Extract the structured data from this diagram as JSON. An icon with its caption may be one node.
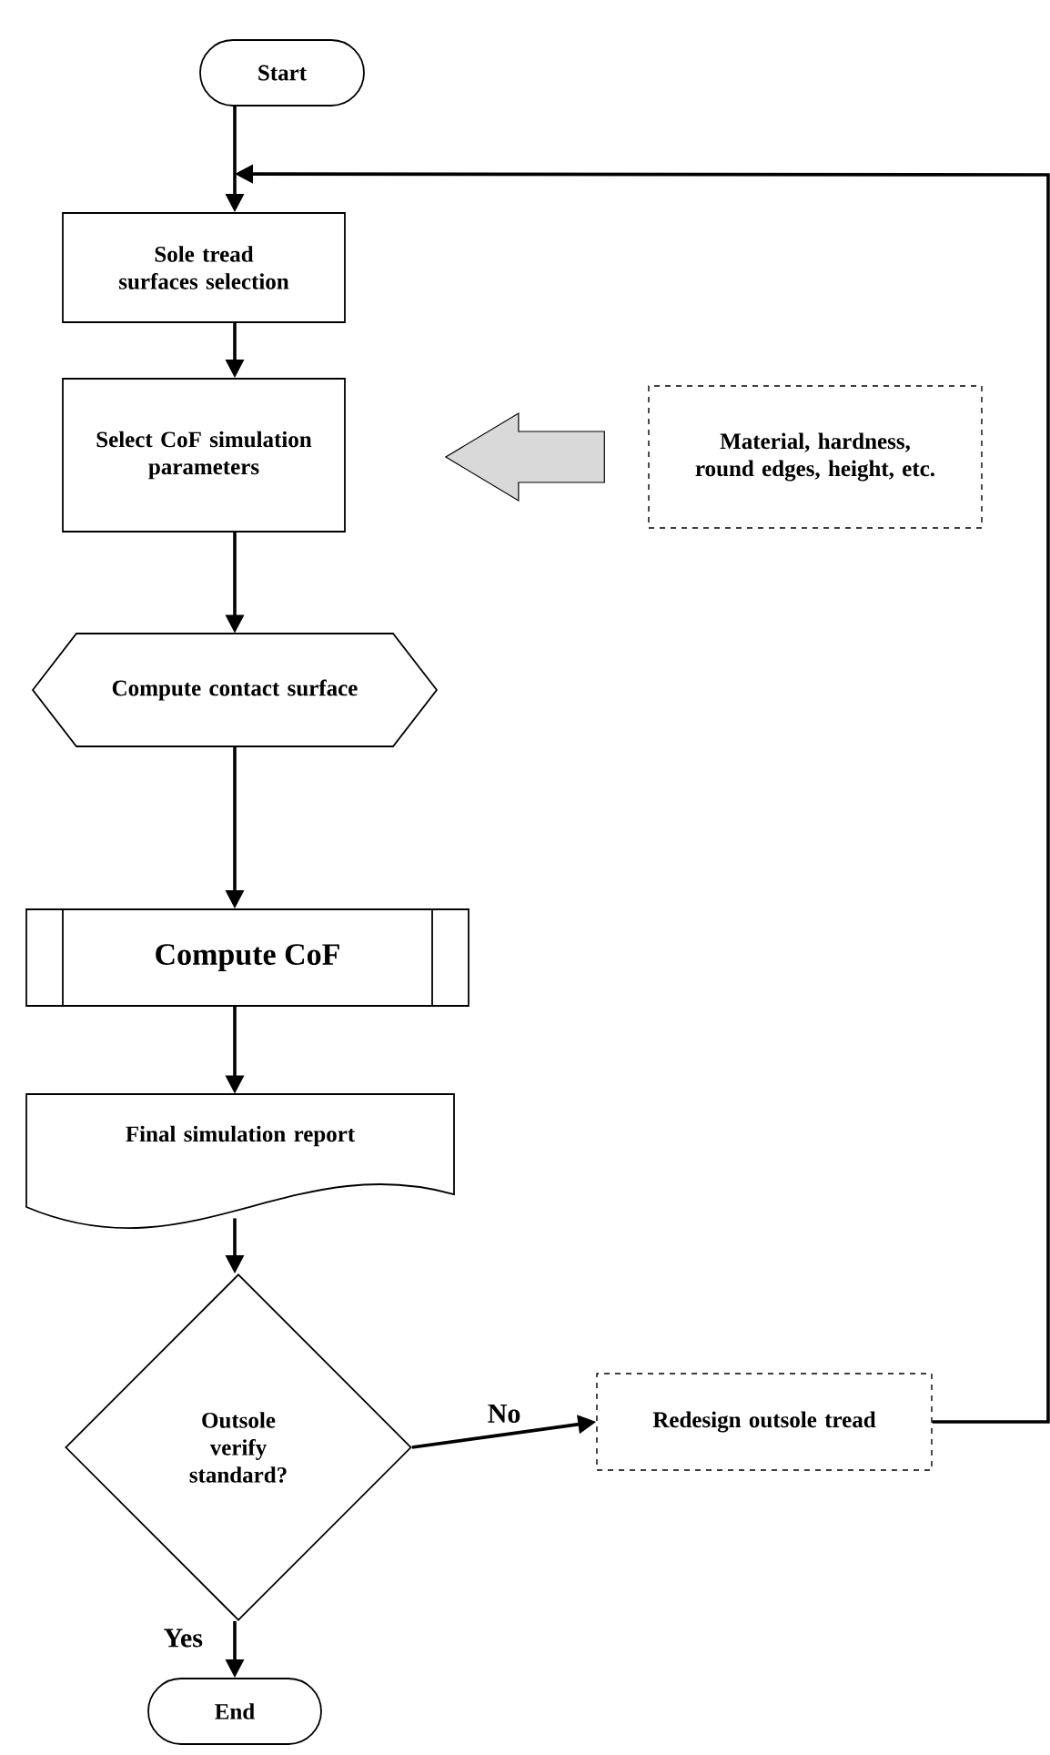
{
  "diagram": {
    "nodes": [
      {
        "text": [
          "Start"
        ]
      },
      {
        "text": [
          "Sole tread surfaces selection"
        ]
      },
      {
        "text": [
          "Select CoF simulation parameters"
        ]
      },
      {
        "text": [
          "Material, hardness, round edges, height, etc."
        ]
      },
      {
        "text": [
          "Compute contact surface"
        ]
      },
      {
        "text": [
          "Compute CoF"
        ]
      },
      {
        "text": [
          "Final simulation report"
        ]
      },
      {
        "text": [
          "Outsole verify standard?"
        ]
      },
      {
        "text": [
          "Redesign outsole tread"
        ]
      },
      {
        "text": [
          "End"
        ]
      }
    ],
    "edges": [
      {
        "from": 0,
        "to": 1,
        "arrow": "to"
      },
      {
        "from": 1,
        "to": 2,
        "arrow": "to"
      },
      {
        "from": 3,
        "to": 2,
        "arrow": "to",
        "style": "thick",
        "color": "#d9d9d9"
      },
      {
        "from": 2,
        "to": 4,
        "arrow": "to"
      },
      {
        "from": 4,
        "to": 5,
        "arrow": "to"
      },
      {
        "from": 5,
        "to": 6,
        "arrow": "to"
      },
      {
        "from": 6,
        "to": 7,
        "arrow": "to"
      },
      {
        "from": 7,
        "to": 8,
        "arrow": "to",
        "label": "No"
      },
      {
        "from": 7,
        "to": 9,
        "arrow": "to",
        "label": "Yes"
      },
      {
        "from": 8,
        "to": 1,
        "arrow": "to"
      }
    ]
  }
}
